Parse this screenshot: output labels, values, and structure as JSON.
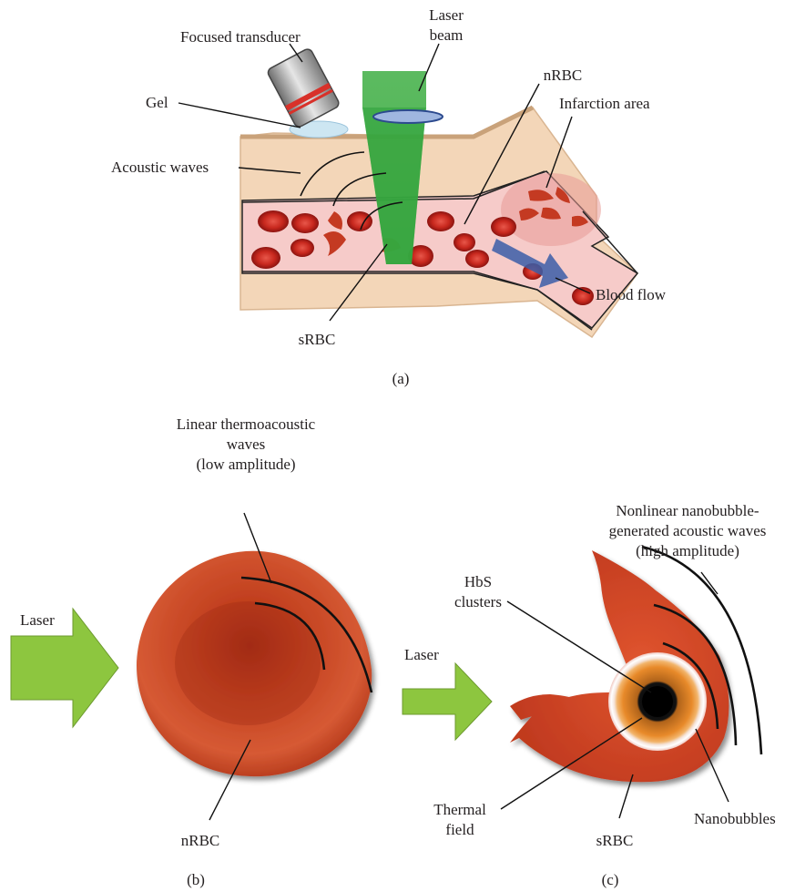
{
  "panel_a": {
    "caption": "(a)",
    "labels": {
      "focused_transducer": "Focused transducer",
      "laser_beam_1": "Laser",
      "laser_beam_2": "beam",
      "nrbc": "nRBC",
      "infarction_area": "Infarction area",
      "gel": "Gel",
      "acoustic_waves": "Acoustic waves",
      "blood_flow": "Blood flow",
      "srbc": "sRBC"
    }
  },
  "panel_b": {
    "caption": "(b)",
    "labels": {
      "title_1": "Linear thermoacoustic",
      "title_2": "waves",
      "title_3": "(low amplitude)",
      "laser": "Laser",
      "nrbc": "nRBC"
    }
  },
  "panel_c": {
    "caption": "(c)",
    "labels": {
      "title_1": "Nonlinear nanobubble-",
      "title_2": "generated acoustic waves",
      "title_3": "(high amplitude)",
      "hbs_1": "HbS",
      "hbs_2": "clusters",
      "laser": "Laser",
      "thermal_1": "Thermal",
      "thermal_2": "field",
      "srbc": "sRBC",
      "nanobubbles": "Nanobubbles"
    }
  },
  "colors": {
    "tissue": "#f3d6b8",
    "vessel": "#f6cbc9",
    "rbc": "#c8281e",
    "laser_green": "#4fb64a",
    "arrow_green": "#8dc63f",
    "blood_flow_arrow": "#3b5ea8",
    "cell_body": "#d4462a",
    "hbs_core": "#1a1a1a",
    "thermal_ring": "#e8892a"
  }
}
